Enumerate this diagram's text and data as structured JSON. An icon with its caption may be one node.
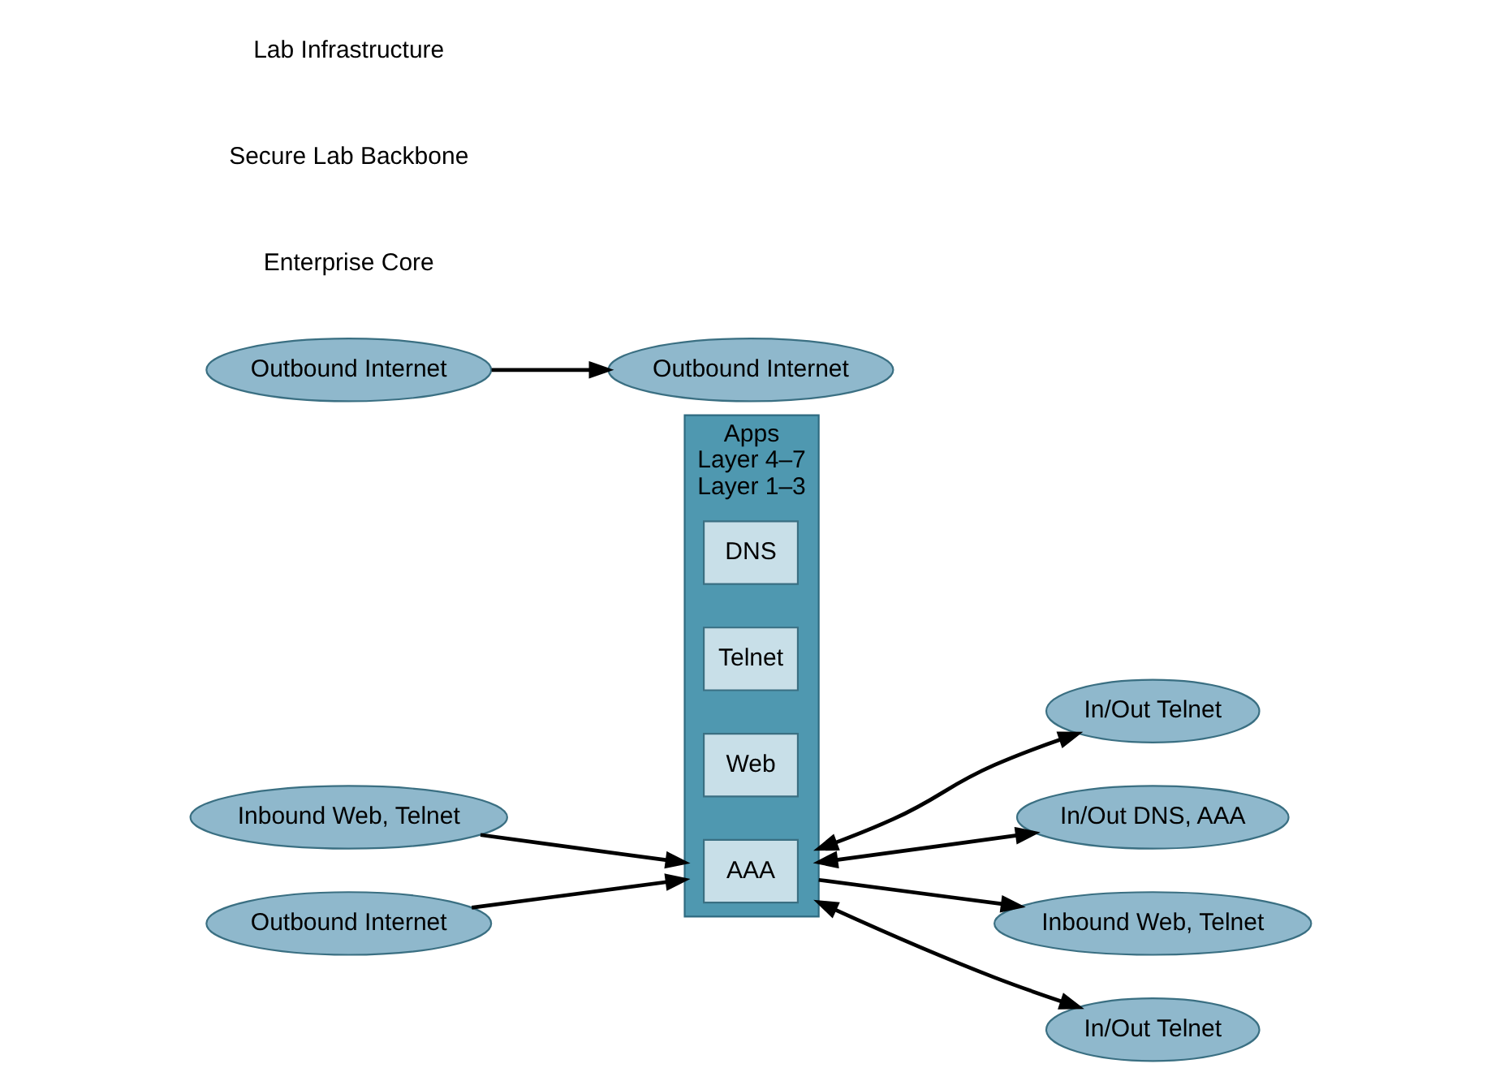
{
  "diagram": {
    "nodes": [
      {
        "text": [
          "Apps",
          "Layer 4–7",
          "Layer 1–3"
        ]
      },
      {
        "text": [
          "DNS"
        ],
        "in": 0
      },
      {
        "text": [
          "Telnet"
        ],
        "in": 0
      },
      {
        "text": [
          "Web"
        ],
        "in": 0
      },
      {
        "text": [
          "AAA"
        ],
        "in": 0
      },
      {
        "text": [
          "In/Out Telnet"
        ]
      },
      {
        "text": [
          "In/Out DNS, AAA"
        ]
      },
      {
        "text": [
          "Outbound Internet"
        ]
      },
      {
        "text": [
          "Inbound Web, Telnet"
        ]
      },
      {
        "text": [
          "Outbound Internet"
        ]
      },
      {
        "text": [
          "Outbound Internet"
        ]
      },
      {
        "text": [
          "Inbound Web, Telnet"
        ]
      },
      {
        "text": [
          "In/Out Telnet"
        ]
      }
    ],
    "edges": [
      {
        "from": 0,
        "to": 5,
        "arrow": "both"
      },
      {
        "from": 0,
        "to": 6,
        "arrow": "both"
      },
      {
        "from": 7,
        "to": 9,
        "arrow": "to"
      },
      {
        "from": 8,
        "to": 0,
        "arrow": "to"
      },
      {
        "from": 10,
        "to": 0,
        "arrow": "to"
      },
      {
        "from": 0,
        "to": 11,
        "arrow": "to"
      },
      {
        "from": 0,
        "to": 12,
        "arrow": "both"
      }
    ],
    "labels": [
      "Lab Infrastructure",
      "Secure Lab Backbone",
      "Enterprise Core"
    ]
  }
}
